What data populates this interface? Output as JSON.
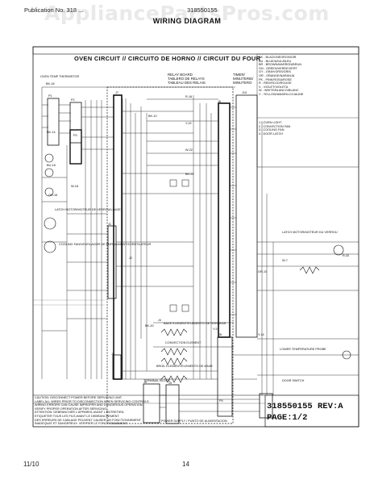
{
  "watermark": "AppliancePartsPros.com",
  "header": {
    "left": "Publication No. 318 ...",
    "right": "318550155"
  },
  "title": "WIRING DIAGRAM",
  "oven_circuit": "OVEN CIRCUIT // CIRCUITO DE HORNO // CIRCUIT DU FOUR",
  "labels": {
    "relay_board": "RELAY BOARD",
    "relay_board_es": "TABLERO DE RELAYS",
    "relay_board_fr": "TABLEAU DES RELAIS",
    "timer": "TIMER/",
    "timer2": "MINUTERIE/",
    "timer3": "MINUTERO",
    "thermostat": "OVEN TEMP THERMISTOR",
    "latch": "LATCH MOTOR/MOTEUR DE VERROUILLAGE",
    "cooling": "COOLING FAN/VENTILADOR DE ENFRIAMIENTO/VENTILATEUR",
    "latch_r": "LATCH MOTOR/MOTEUR DU VERROU",
    "sensor": "LOWER TEMPERATURE PROBE",
    "bake": "BAKE ELEMENT/ELEMENTO DE HORNEAR",
    "broil": "BROIL ELEMENT/ELEMENTO DE ASAR",
    "conv": "CONVECTION ELEMENT",
    "terminal": "TERMINAL BLOCK",
    "power": "POWER SUPPLY / PUNTO DE ALIMENTACION",
    "door_sw": "DOOR SWITCH"
  },
  "legend_colors": [
    "BK - BLACK/NEGRO/NOIR",
    "BU - BLUE/AZUL/BLEU",
    "BR - BROWN/MARRON/BRUN",
    "GN - GREEN/VERDE/VERT",
    "GY - GRAY/GRIS/GRIS",
    "OR - ORANGE/NARANJA",
    "PK - PINK/ROSA/ROSE",
    "R - RED/ROJO/ROUGE",
    "V - VIOLET/VIOLETA",
    "W - WHITE/BLANCO/BLANC",
    "Y - YELLOW/AMARILLO/JAUNE"
  ],
  "legend_notes": [
    "1 - OVEN LIGHT",
    "2 - CONVECTION FAN",
    "3 - COOLING FAN",
    "4 - DOOR LATCH"
  ],
  "wire_tags": [
    "BK-16",
    "W-18",
    "BK-14",
    "BU-18",
    "R-16",
    "Y-22",
    "W-22",
    "BK-22",
    "BK-10",
    "R-32",
    "OR-10",
    "W-7",
    "Y-14",
    "BK-20",
    "OR-16",
    "Y-5"
  ],
  "connectors": [
    "J1",
    "J2",
    "J3",
    "J4",
    "J5",
    "J6",
    "J7",
    "J8",
    "J9",
    "J10",
    "P1",
    "P2",
    "P3",
    "P4"
  ],
  "notes_text": [
    "CAUTION: DISCONNECT POWER BEFORE SERVICING UNIT.",
    "LABEL ALL WIRES PRIOR TO DISCONNECTION WHEN SERVICING CONTROLS.",
    "WIRING ERRORS CAN CAUSE IMPROPER AND DANGEROUS OPERATION.",
    "VERIFY PROPER OPERATION AFTER SERVICING.",
    "ATTENTION: DEBRANCHER L'APPAREIL AVANT L'ENTRETIEN.",
    "ETIQUETER TOUS LES FILS AVANT LE DEBRANCHEMENT.",
    "DES ERREURS DE CABLAGE PEUVENT CAUSER UN FONCTIONNEMENT",
    "INADEQUAT ET DANGEREUX. VERIFIER LE FONCTIONNEMENT."
  ],
  "rev_block": {
    "line1": "318550155 REV:A",
    "line2": "PAGE:1/2"
  },
  "footer": {
    "date": "11/10",
    "page": "14"
  }
}
